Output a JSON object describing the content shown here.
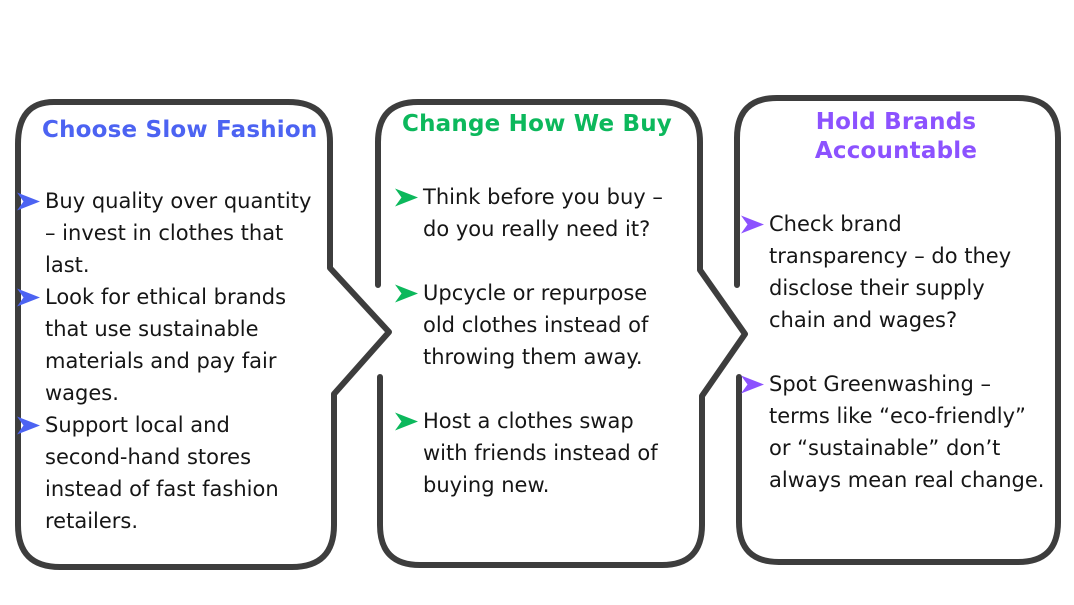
{
  "page": {
    "background": "#ffffff",
    "border_color": "#3d3d3d",
    "text_color": "#161616"
  },
  "boxes": [
    {
      "id": "choose-slow-fashion",
      "title": "Choose Slow Fashion",
      "accent": "#4c63f2",
      "bullets": [
        "Buy quality over quantity\n– invest in clothes that\nlast.",
        "Look for ethical brands\nthat use sustainable\nmaterials and pay fair\nwages.",
        "Support local and\nsecond-hand stores\ninstead of fast fashion\nretailers."
      ]
    },
    {
      "id": "change-how-we-buy",
      "title": "Change How We Buy",
      "accent": "#0cb85c",
      "bullets": [
        "Think before you buy –\ndo you really need it?",
        "Upcycle or repurpose\nold clothes instead of\nthrowing them away.",
        "Host a clothes swap\nwith friends instead of\nbuying new."
      ]
    },
    {
      "id": "hold-brands-accountable",
      "title": "Hold Brands Accountable",
      "accent": "#8c52ff",
      "bullets": [
        "Check brand\ntransparency – do they\ndisclose their supply\nchain and wages?",
        "Spot Greenwashing –\nterms like “eco-friendly”\nor “sustainable” don’t\nalways mean real change."
      ]
    }
  ]
}
